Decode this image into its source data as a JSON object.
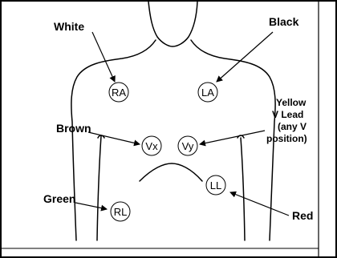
{
  "leads": {
    "ra": "RA",
    "la": "LA",
    "vx": "Vx",
    "vy": "Vy",
    "ll": "LL",
    "rl": "RL"
  },
  "labels": {
    "white": "White",
    "black": "Black",
    "brown": "Brown",
    "green": "Green",
    "red": "Red",
    "yellow_lines": [
      "Yellow",
      "V Lead",
      "(any V",
      "position)"
    ]
  }
}
